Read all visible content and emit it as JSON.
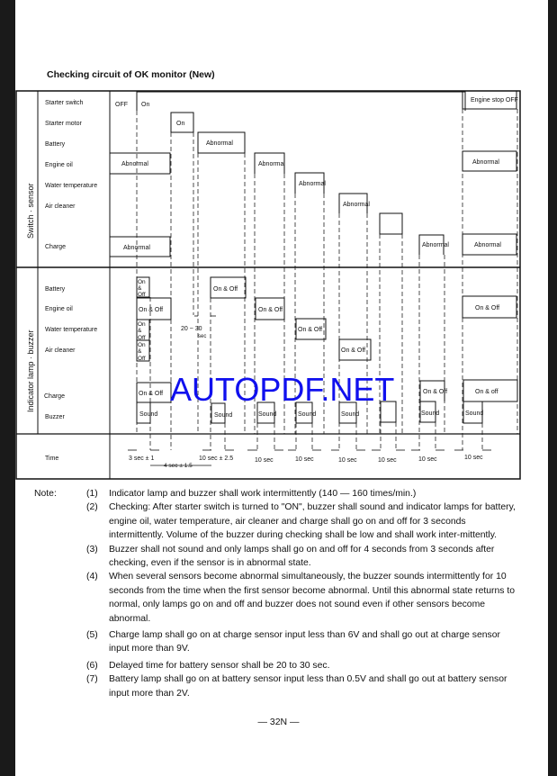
{
  "title": "Checking circuit of OK monitor  (New)",
  "sections": {
    "switch_sensor": "Switch · sensor",
    "indicator": "Indicator lamp · buzzer"
  },
  "rows": {
    "starter_switch": "Starter switch",
    "starter_motor": "Starter motor",
    "battery": "Battery",
    "engine_oil": "Engine oil",
    "water_temperature": "Water temperature",
    "air_cleaner": "Air cleaner",
    "charge": "Charge",
    "ind_battery": "Battery",
    "ind_engine_oil": "Engine oil",
    "ind_water_temperature": "Water temperature",
    "ind_air_cleaner": "Air cleaner",
    "ind_charge": "Charge",
    "buzzer": "Buzzer",
    "time": "Time"
  },
  "states": {
    "off": "OFF",
    "on": "On",
    "engine_stop_off": "Engine stop  OFF",
    "abnormal": "Abnormal",
    "on_off": "On & Off",
    "on_off_lower": "On & off",
    "amp": "&",
    "off_small": "Off",
    "sound": "Sound"
  },
  "timing": {
    "delay": "20 ~ 30",
    "delay_unit": "sec",
    "t1": "3 sec ± 1",
    "t2": "4 sec ± 1.5",
    "t3": "10 sec ± 2.5",
    "t10": "10 sec"
  },
  "watermark": "AUTOPDF.NET",
  "watermark_color": "#1010ee",
  "notes": [
    {
      "head": "Note:",
      "num": "(1)",
      "text": "Indicator lamp and buzzer shall work intermittently (140 — 160 times/min.)"
    },
    {
      "head": "",
      "num": "(2)",
      "text": "Checking: After starter switch is turned to \"ON\", buzzer shall sound and indicator lamps for battery, engine oil, water temperature, air cleaner and charge shall go on and off for 3 seconds intermittently. Volume of the buzzer during checking shall be low and shall work inter-mittently."
    },
    {
      "head": "",
      "num": "(3)",
      "text": "Buzzer shall not sound and only lamps shall go on and off for 4 seconds from 3 seconds after checking, even if the sensor is in abnormal state."
    },
    {
      "head": "",
      "num": "(4)",
      "text": "When several sensors become abnormal simultaneously, the buzzer sounds intermittently for 10 seconds from the time when the first sensor become abnormal. Until this abnormal state returns to normal, only lamps go on and off and buzzer does not sound even if other sensors become abnormal."
    },
    {
      "head": "",
      "num": "(5)",
      "text": "Charge lamp shall go on at charge sensor input less than 6V and shall go out at charge sensor input more than 9V."
    },
    {
      "head": "",
      "num": "(6)",
      "text": "Delayed time for battery sensor shall be 20 to 30 sec."
    },
    {
      "head": "",
      "num": "(7)",
      "text": "Battery lamp shall go on at battery sensor input less than 0.5V and shall go out at battery sensor input more than 2V."
    }
  ],
  "page_number": "— 32N —"
}
